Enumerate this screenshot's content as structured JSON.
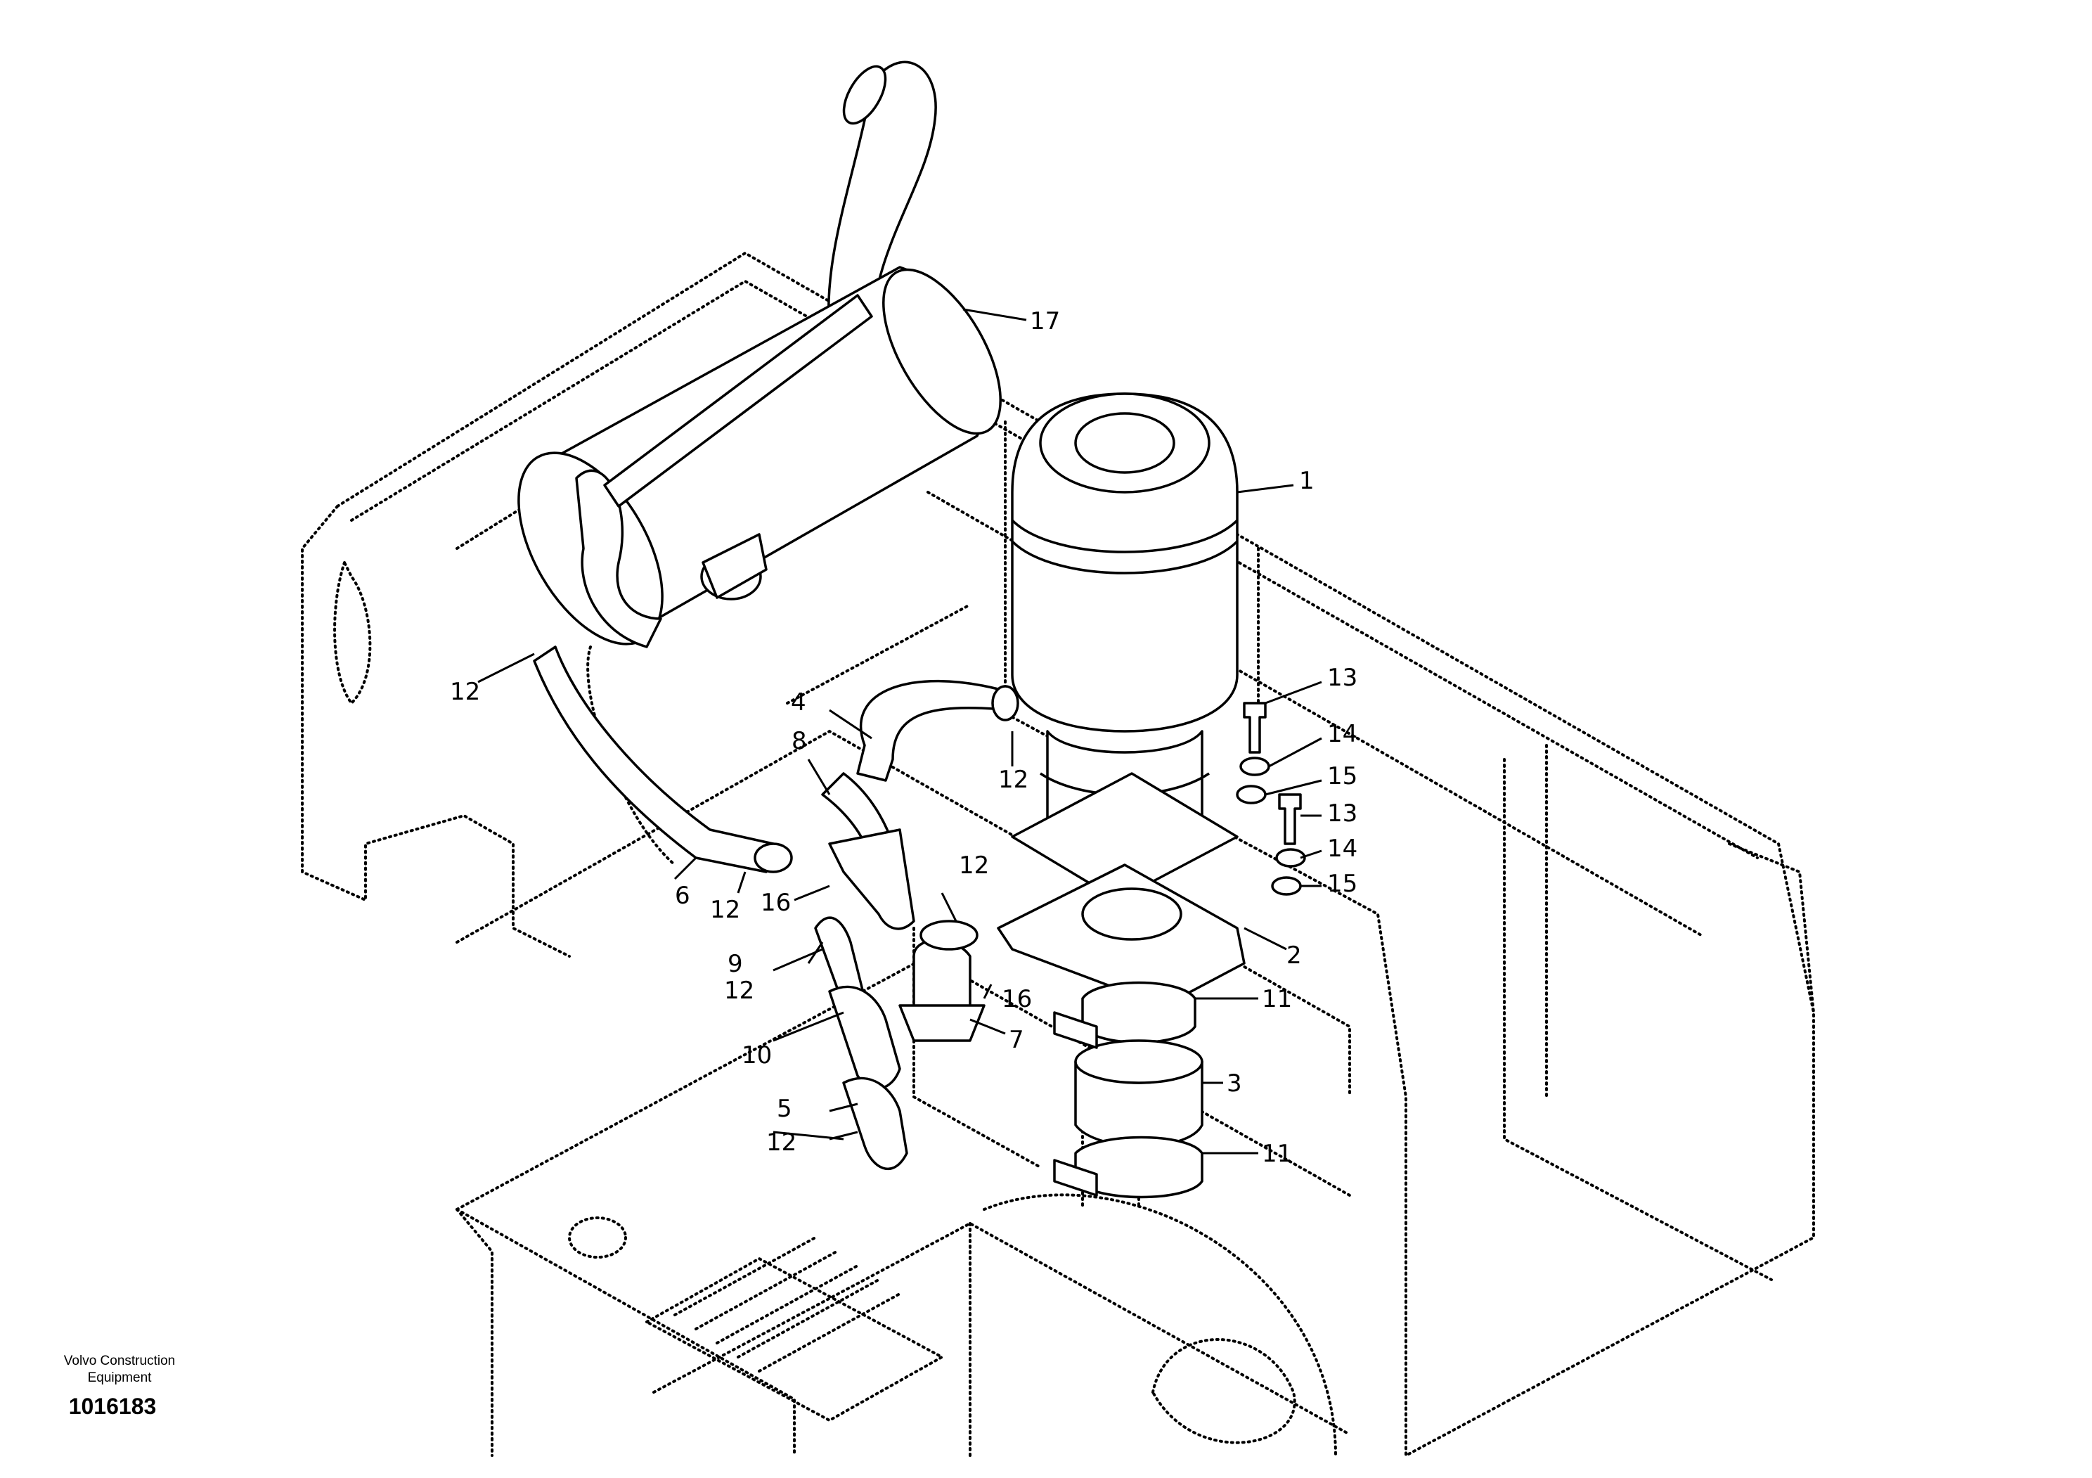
{
  "callouts": [
    {
      "id": "1",
      "label": "1"
    },
    {
      "id": "2",
      "label": "2"
    },
    {
      "id": "3",
      "label": "3"
    },
    {
      "id": "4",
      "label": "4"
    },
    {
      "id": "5",
      "label": "5"
    },
    {
      "id": "6",
      "label": "6"
    },
    {
      "id": "7",
      "label": "7"
    },
    {
      "id": "8",
      "label": "8"
    },
    {
      "id": "9",
      "label": "9"
    },
    {
      "id": "10",
      "label": "10"
    },
    {
      "id": "11a",
      "label": "11"
    },
    {
      "id": "11b",
      "label": "11"
    },
    {
      "id": "12a",
      "label": "12"
    },
    {
      "id": "12b",
      "label": "12"
    },
    {
      "id": "12c",
      "label": "12"
    },
    {
      "id": "12d",
      "label": "12"
    },
    {
      "id": "12e",
      "label": "12"
    },
    {
      "id": "12f",
      "label": "12"
    },
    {
      "id": "13a",
      "label": "13"
    },
    {
      "id": "13b",
      "label": "13"
    },
    {
      "id": "14a",
      "label": "14"
    },
    {
      "id": "14b",
      "label": "14"
    },
    {
      "id": "15a",
      "label": "15"
    },
    {
      "id": "15b",
      "label": "15"
    },
    {
      "id": "16a",
      "label": "16"
    },
    {
      "id": "16b",
      "label": "16"
    },
    {
      "id": "17",
      "label": "17"
    }
  ],
  "footer": {
    "company_line1": "Volvo Construction",
    "company_line2": "Equipment",
    "document_number": "1016183"
  }
}
